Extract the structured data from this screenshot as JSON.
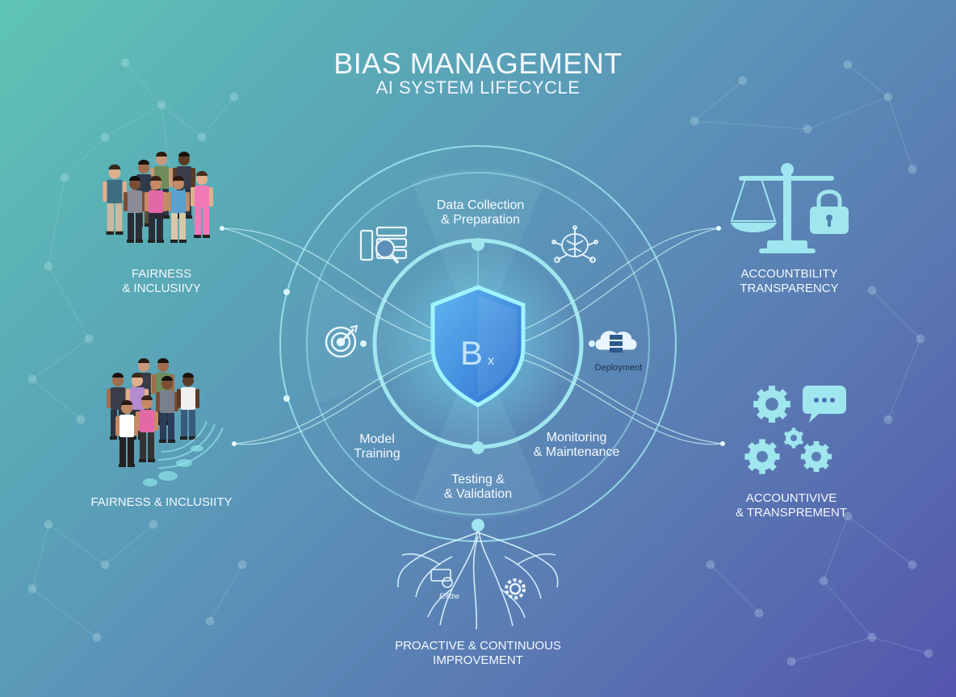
{
  "header": {
    "title": "BIAS MANAGEMENT",
    "subtitle": "AI SYSTEM LIFECYCLE"
  },
  "center": {
    "shield_letter": "B"
  },
  "stages": {
    "data_collection": [
      "Data Collection",
      "& Preparation"
    ],
    "model_training": [
      "Model",
      "Training"
    ],
    "testing": [
      "Testing &",
      "& Validation"
    ],
    "monitoring": [
      "Monitoring",
      "& Maintenance"
    ],
    "deployment": "Deployment"
  },
  "side_labels": {
    "top_left": [
      "FAIRNESS",
      "& INCLUSIIVY"
    ],
    "bottom_left": "FAIRNESS & INCLUSIITY",
    "top_right": [
      "ACCOUNTBILITY",
      "TRANSPARENCY"
    ],
    "bottom_right": [
      "ACCOUNTIVIVE",
      "& TRANSPREMENT"
    ]
  },
  "footer": {
    "label": [
      "PROACTIVE & CONTINUOUS",
      "IMPROVEMENT"
    ],
    "roots_small_text": "E/Rbe"
  },
  "colors": {
    "ring": "#8fe3ea",
    "shield_fill": "#3e8fe0",
    "shield_glow": "#7ff0ff",
    "icon_light": "#eaf6ff",
    "icon_cyan": "#9fe6ee"
  },
  "icons": {
    "data_collection": "data-search-icon",
    "analytics": "brain-network-icon",
    "model_training": "target-icon",
    "deployment": "cloud-server-icon",
    "fairness_scale": "balance-scale-icon",
    "lock": "padlock-icon",
    "settings": "gears-icon",
    "chat": "chat-bubble-icon",
    "roots": "root-tree-icon"
  }
}
